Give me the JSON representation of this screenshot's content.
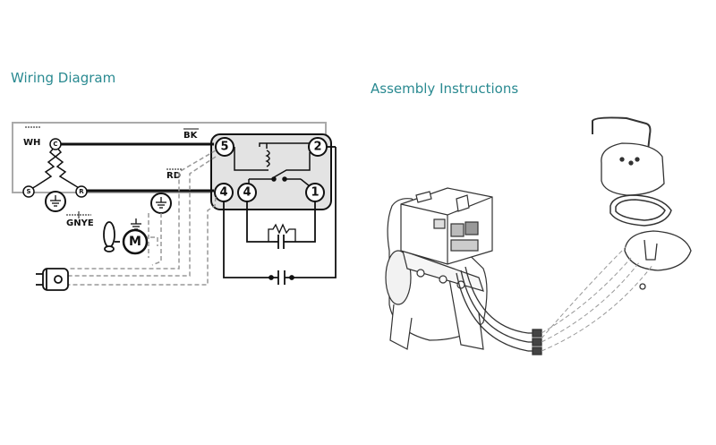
{
  "headings": {
    "wiring": "Wiring Diagram",
    "assembly": "Assembly Instructions"
  },
  "colors": {
    "heading": "#2a8a91",
    "line": "#111111",
    "relay_box_fill": "#e3e3e3",
    "dashed": "#999999"
  },
  "wiring": {
    "wire_labels": {
      "wh": "WH",
      "bk": "BK",
      "rd": "RD",
      "gnye": "GNYE"
    },
    "compressor_terminals": {
      "common": "C",
      "start": "S",
      "run": "R"
    },
    "relay_terminals": {
      "t5": "5",
      "t2": "2",
      "t4a": "4",
      "t4b": "4",
      "t1": "1"
    },
    "motor_label": "M",
    "icons": [
      "ground-icon",
      "fan-icon",
      "motor-icon",
      "plug-icon",
      "capacitor-icon",
      "relay-coil-icon"
    ]
  },
  "assembly": {
    "icons": [
      "compressor-drawing",
      "relay-unit",
      "relay-cover",
      "cover-gasket",
      "cover-clip",
      "wire-harness",
      "terminal-socket"
    ]
  }
}
